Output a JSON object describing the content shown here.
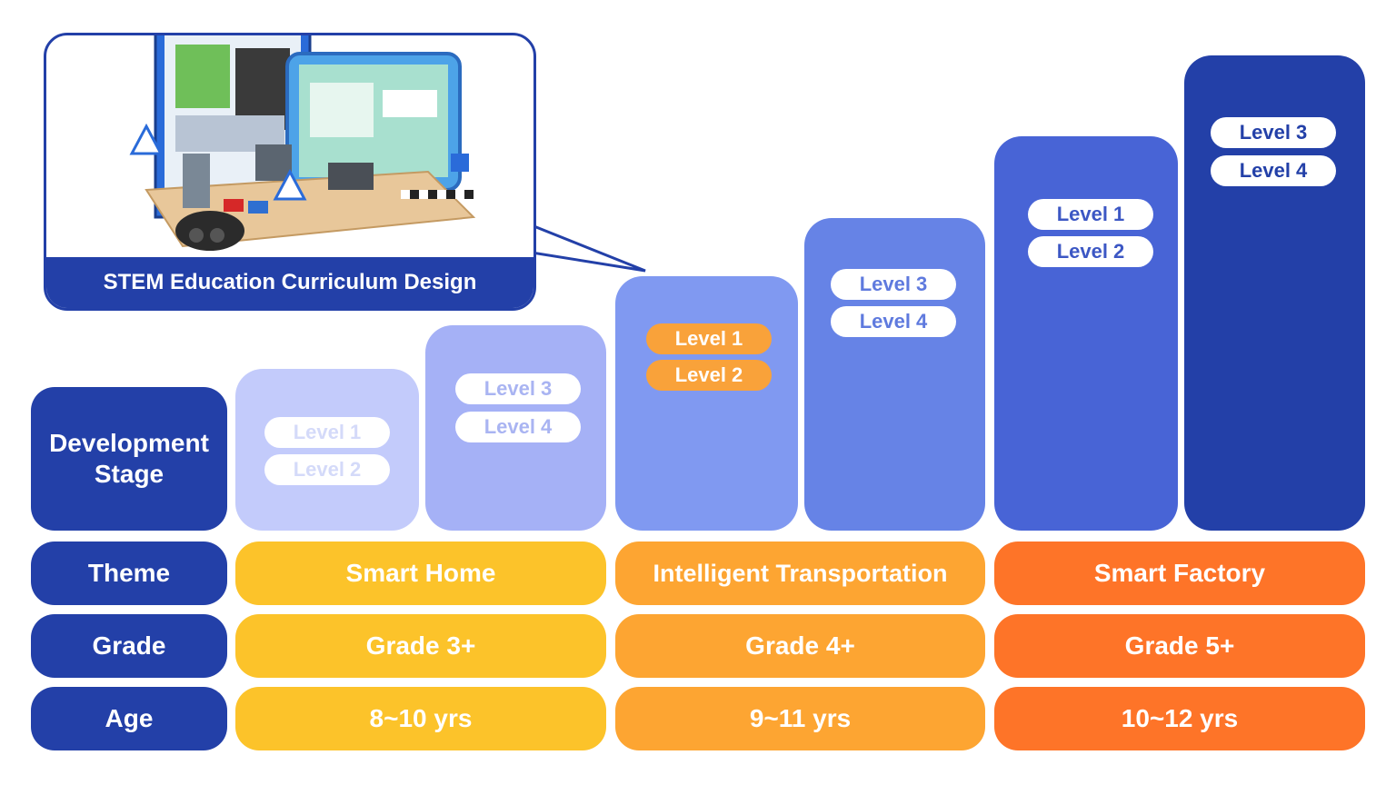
{
  "callout": {
    "caption": "STEM Education Curriculum Design"
  },
  "labels": {
    "development_stage": "Development Stage",
    "theme": "Theme",
    "grade": "Grade",
    "age": "Age"
  },
  "stages": [
    {
      "levels": [
        "Level 1",
        "Level 2"
      ],
      "color": "#c3cbfb",
      "level_text_color": "#d4daf9"
    },
    {
      "levels": [
        "Level 3",
        "Level 4"
      ],
      "color": "#a5b1f6",
      "level_text_color": "#a9b4f2"
    },
    {
      "levels": [
        "Level 1",
        "Level 2"
      ],
      "color": "#8099f1",
      "level_text_color": "#ffffff",
      "highlight": true
    },
    {
      "levels": [
        "Level 3",
        "Level 4"
      ],
      "color": "#6683e6",
      "level_text_color": "#5f7ade"
    },
    {
      "levels": [
        "Level 1",
        "Level 2"
      ],
      "color": "#4864d6",
      "level_text_color": "#3c57c4"
    },
    {
      "levels": [
        "Level 3",
        "Level 4"
      ],
      "color": "#2340a8",
      "level_text_color": "#2340a8"
    }
  ],
  "groups": [
    {
      "theme": "Smart Home",
      "grade": "Grade 3+",
      "age": "8~10 yrs",
      "color": "#fcc32a"
    },
    {
      "theme": "Intelligent Transportation",
      "grade": "Grade 4+",
      "age": "9~11 yrs",
      "color": "#fda532"
    },
    {
      "theme": "Smart Factory",
      "grade": "Grade 5+",
      "age": "10~12 yrs",
      "color": "#fe7428"
    }
  ],
  "colors": {
    "label_blue": "#2340a8",
    "highlight_orange": "#f9a23a"
  }
}
